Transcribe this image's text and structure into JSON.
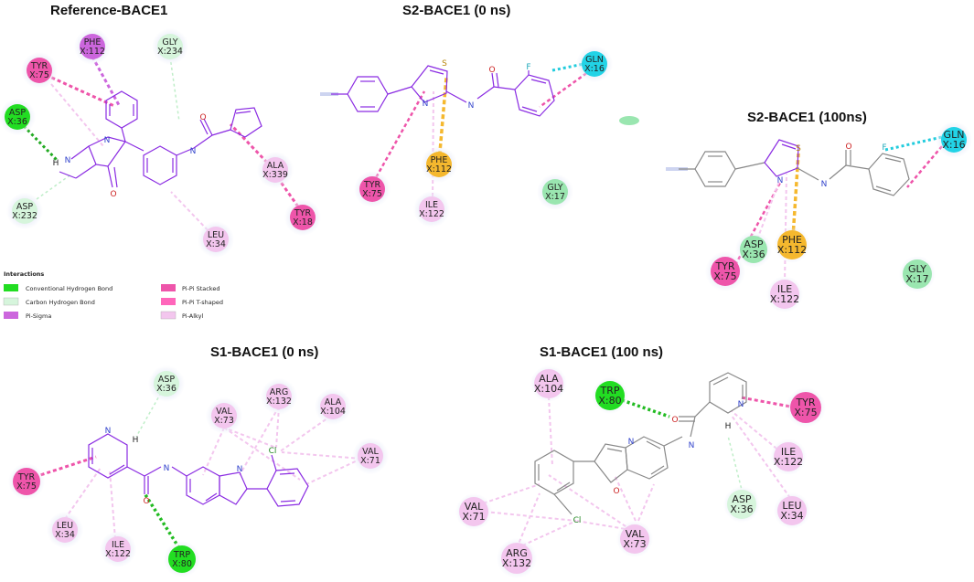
{
  "colors": {
    "conventional_hbond": "#22dd22",
    "carbon_hbond": "#d6f5dc",
    "pi_sigma": "#cc66dd",
    "pi_pi_stacked": "#ee55aa",
    "pi_pi_tshaped": "#ff66bb",
    "pi_alkyl": "#f3c6ee",
    "pi_sulfur": "#f5b82e",
    "halogen": "#22d3e6",
    "ligand_bond": "#8a2be2"
  },
  "panels": {
    "ref": {
      "title": "Reference-BACE1",
      "residues": [
        {
          "n": "PHE",
          "p": "X:112"
        },
        {
          "n": "GLY",
          "p": "X:234"
        },
        {
          "n": "TYR",
          "p": "X:75"
        },
        {
          "n": "ASP",
          "p": "X:36"
        },
        {
          "n": "ASP",
          "p": "X:232"
        },
        {
          "n": "ALA",
          "p": "X:339"
        },
        {
          "n": "TYR",
          "p": "X:18"
        },
        {
          "n": "LEU",
          "p": "X:34"
        }
      ],
      "atoms": {
        "h": "H",
        "n1": "N",
        "n2": "N",
        "o1": "O",
        "n3": "N",
        "o2": "O"
      }
    },
    "s2_0": {
      "title": "S2-BACE1 (0 ns)",
      "residues": [
        {
          "n": "GLN",
          "p": "X:16"
        },
        {
          "n": "PHE",
          "p": "X:112"
        },
        {
          "n": "TYR",
          "p": "X:75"
        },
        {
          "n": "ILE",
          "p": "X:122"
        },
        {
          "n": "GLY",
          "p": "X:17"
        }
      ],
      "atoms": {
        "s": "S",
        "n1": "N",
        "n2": "N",
        "o": "O",
        "f": "F"
      }
    },
    "s2_100": {
      "title": "S2-BACE1 (100ns)",
      "residues": [
        {
          "n": "GLN",
          "p": "X:16"
        },
        {
          "n": "ASP",
          "p": "X:36"
        },
        {
          "n": "PHE",
          "p": "X:112"
        },
        {
          "n": "TYR",
          "p": "X:75"
        },
        {
          "n": "ILE",
          "p": "X:122"
        },
        {
          "n": "GLY",
          "p": "X:17"
        }
      ],
      "atoms": {
        "s": "S",
        "n1": "N",
        "n2": "N",
        "o": "O",
        "f": "F"
      }
    },
    "s1_0": {
      "title": "S1-BACE1 (0 ns)",
      "residues": [
        {
          "n": "ASP",
          "p": "X:36"
        },
        {
          "n": "ARG",
          "p": "X:132"
        },
        {
          "n": "VAL",
          "p": "X:73"
        },
        {
          "n": "ALA",
          "p": "X:104"
        },
        {
          "n": "VAL",
          "p": "X:71"
        },
        {
          "n": "TYR",
          "p": "X:75"
        },
        {
          "n": "LEU",
          "p": "X:34"
        },
        {
          "n": "ILE",
          "p": "X:122"
        },
        {
          "n": "TRP",
          "p": "X:80"
        }
      ],
      "atoms": {
        "n1": "N",
        "h": "H",
        "n2": "N",
        "n3": "N",
        "o": "O",
        "cl": "Cl"
      }
    },
    "s1_100": {
      "title": "S1-BACE1 (100 ns)",
      "residues": [
        {
          "n": "ALA",
          "p": "X:104"
        },
        {
          "n": "TRP",
          "p": "X:80"
        },
        {
          "n": "TYR",
          "p": "X:75"
        },
        {
          "n": "ILE",
          "p": "X:122"
        },
        {
          "n": "ASP",
          "p": "X:36"
        },
        {
          "n": "LEU",
          "p": "X:34"
        },
        {
          "n": "VAL",
          "p": "X:71"
        },
        {
          "n": "VAL",
          "p": "X:73"
        },
        {
          "n": "ARG",
          "p": "X:132"
        }
      ],
      "atoms": {
        "n1": "N",
        "h": "H",
        "n2": "N",
        "n3": "N",
        "o1": "O",
        "o2": "O",
        "cl": "Cl"
      }
    }
  },
  "legend": {
    "title": "Interactions",
    "items": [
      {
        "label": "Conventional Hydrogen Bond",
        "color": "#22dd22"
      },
      {
        "label": "Carbon Hydrogen Bond",
        "color": "#d6f5dc"
      },
      {
        "label": "Pi-Sigma",
        "color": "#cc66dd"
      },
      {
        "label": "Pi-Pi Stacked",
        "color": "#ee55aa"
      },
      {
        "label": "Pi-Pi T-shaped",
        "color": "#ff66bb"
      },
      {
        "label": "Pi-Alkyl",
        "color": "#f3c6ee"
      }
    ]
  }
}
